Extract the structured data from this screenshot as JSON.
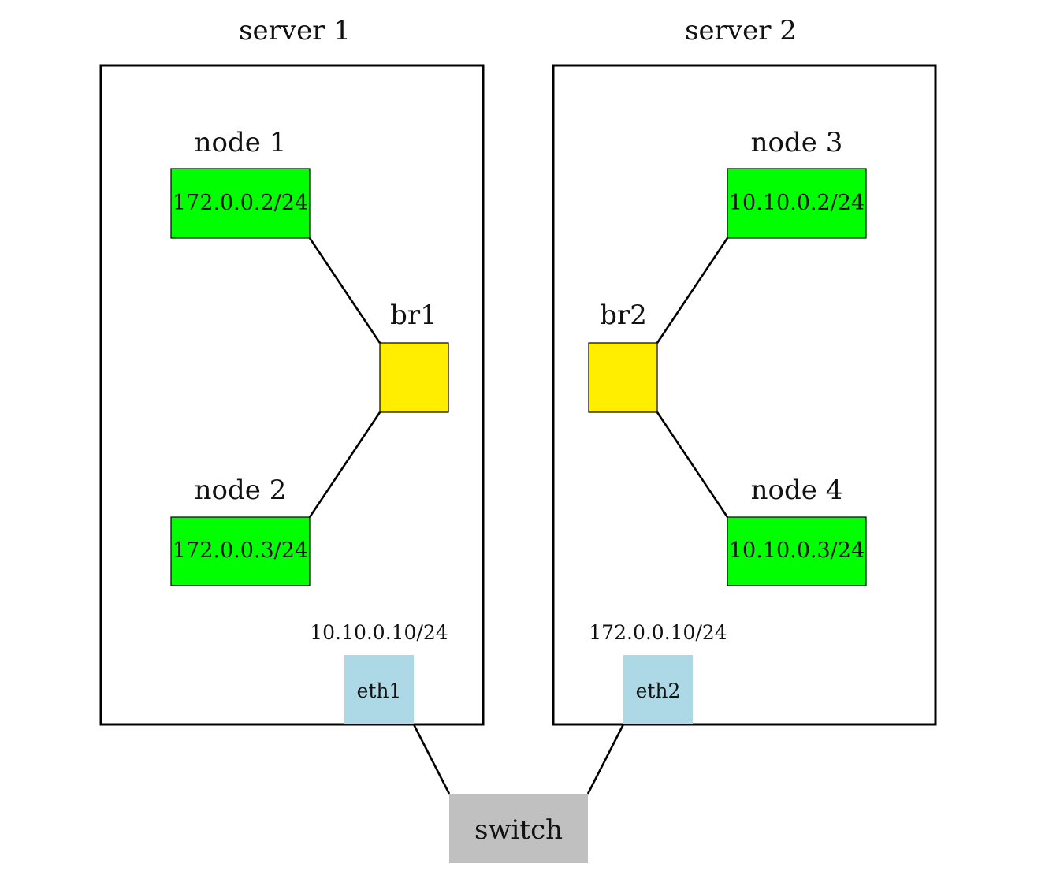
{
  "servers": [
    {
      "title": "server 1"
    },
    {
      "title": "server 2"
    }
  ],
  "nodes": [
    {
      "title": "node 1",
      "ip": "172.0.0.2/24"
    },
    {
      "title": "node 2",
      "ip": "172.0.0.3/24"
    },
    {
      "title": "node 3",
      "ip": "10.10.0.2/24"
    },
    {
      "title": "node 4",
      "ip": "10.10.0.3/24"
    }
  ],
  "bridges": [
    {
      "title": "br1"
    },
    {
      "title": "br2"
    }
  ],
  "interfaces": [
    {
      "name": "eth1",
      "ip": "10.10.0.10/24"
    },
    {
      "name": "eth2",
      "ip": "172.0.0.10/24"
    }
  ],
  "switch": {
    "label": "switch"
  },
  "colors": {
    "node": "#00ff00",
    "bridge": "#ffee00",
    "interface": "#add8e6",
    "switch": "#c0c0c0"
  }
}
